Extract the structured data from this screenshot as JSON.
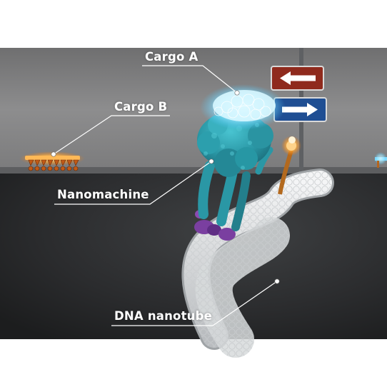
{
  "labels": {
    "cargo_a": "Cargo A",
    "cargo_b": "Cargo B",
    "nanomachine": "Nanomachine",
    "dna_nanotube": "DNA nanotube"
  },
  "colors": {
    "wall": "#848484",
    "floor": "#2c2d2e",
    "sign_left": "#8f2a1d",
    "sign_right": "#1f4e93",
    "cargo_a_glow": "#c8f4ff",
    "cargo_b_glow": "#ffae4a",
    "nanomachine": "#2a9aa8",
    "motor_purple": "#7a3fa0",
    "nanotube": "#e6e8ea"
  },
  "icons": {
    "sign_top": "arrow-left-icon",
    "sign_bottom": "arrow-right-icon"
  }
}
